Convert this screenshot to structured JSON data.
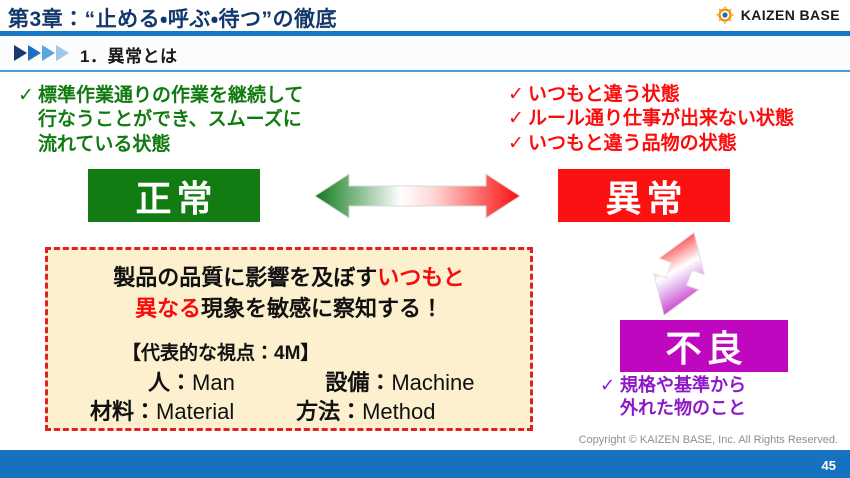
{
  "header": {
    "title": "第3章：“止める・呼ぶ・待つ”の徹底",
    "brand_name": "KAIZEN BASE",
    "brand_icon": "gear-icon",
    "accent_blue": "#1877c4",
    "title_color": "#13386b"
  },
  "subheader": {
    "text": "1．異常とは",
    "chevron_icon": "triple-chevron-right-icon",
    "rule_color": "#4d9ad6"
  },
  "normal_side": {
    "color": "#117a11",
    "tick": "✓",
    "bullets": [
      "標準作業通りの作業を継続して",
      "行なうことができ、スムーズに",
      "流れている状態"
    ],
    "box_label": "正常",
    "box_color": "#127c12"
  },
  "abnormal_side": {
    "color": "#fb0d0d",
    "tick": "✓",
    "bullets": [
      "いつもと違う状態",
      "ルール通り仕事が出来ない状態",
      "いつもと違う品物の状態"
    ],
    "box_label": "異常",
    "box_color": "#fb1111"
  },
  "arrows": {
    "horizontal": {
      "name": "double-headed-horizontal-arrow",
      "from_color": "#0f8a1e",
      "mid_color": "#ffffff",
      "to_color": "#fb0d0d"
    },
    "vertical": {
      "name": "double-headed-diagonal-arrow",
      "from_color": "#fb0d0d",
      "mid_color": "#ffffff",
      "to_color": "#bf07bf"
    }
  },
  "callout": {
    "border_color": "#e01f26",
    "background": "#fcf0cf",
    "headline_part1": "製品の品質に影響を及ぼす",
    "headline_highlight1": "いつもと",
    "headline_highlight2": "異なる",
    "headline_part2": "現象を敏感に察知する！",
    "highlight_color": "#f50c0c",
    "viewpoint_title": "【代表的な視点：4M】",
    "items": [
      {
        "jp": "人：",
        "en": "Man"
      },
      {
        "jp": "設備：",
        "en": "Machine"
      },
      {
        "jp": "材料：",
        "en": "Material"
      },
      {
        "jp": "方法：",
        "en": "Method"
      }
    ]
  },
  "defect_side": {
    "box_label": "不良",
    "box_color": "#bf07bf",
    "note_color": "#8d19c7",
    "tick": "✓",
    "note_lines": [
      "規格や基準から",
      "外れた物のこと"
    ]
  },
  "footer": {
    "copyright": "Copyright ©  KAIZEN BASE, Inc.  All Rights Reserved.",
    "page_number": "45",
    "bar_color": "#1672bf"
  }
}
